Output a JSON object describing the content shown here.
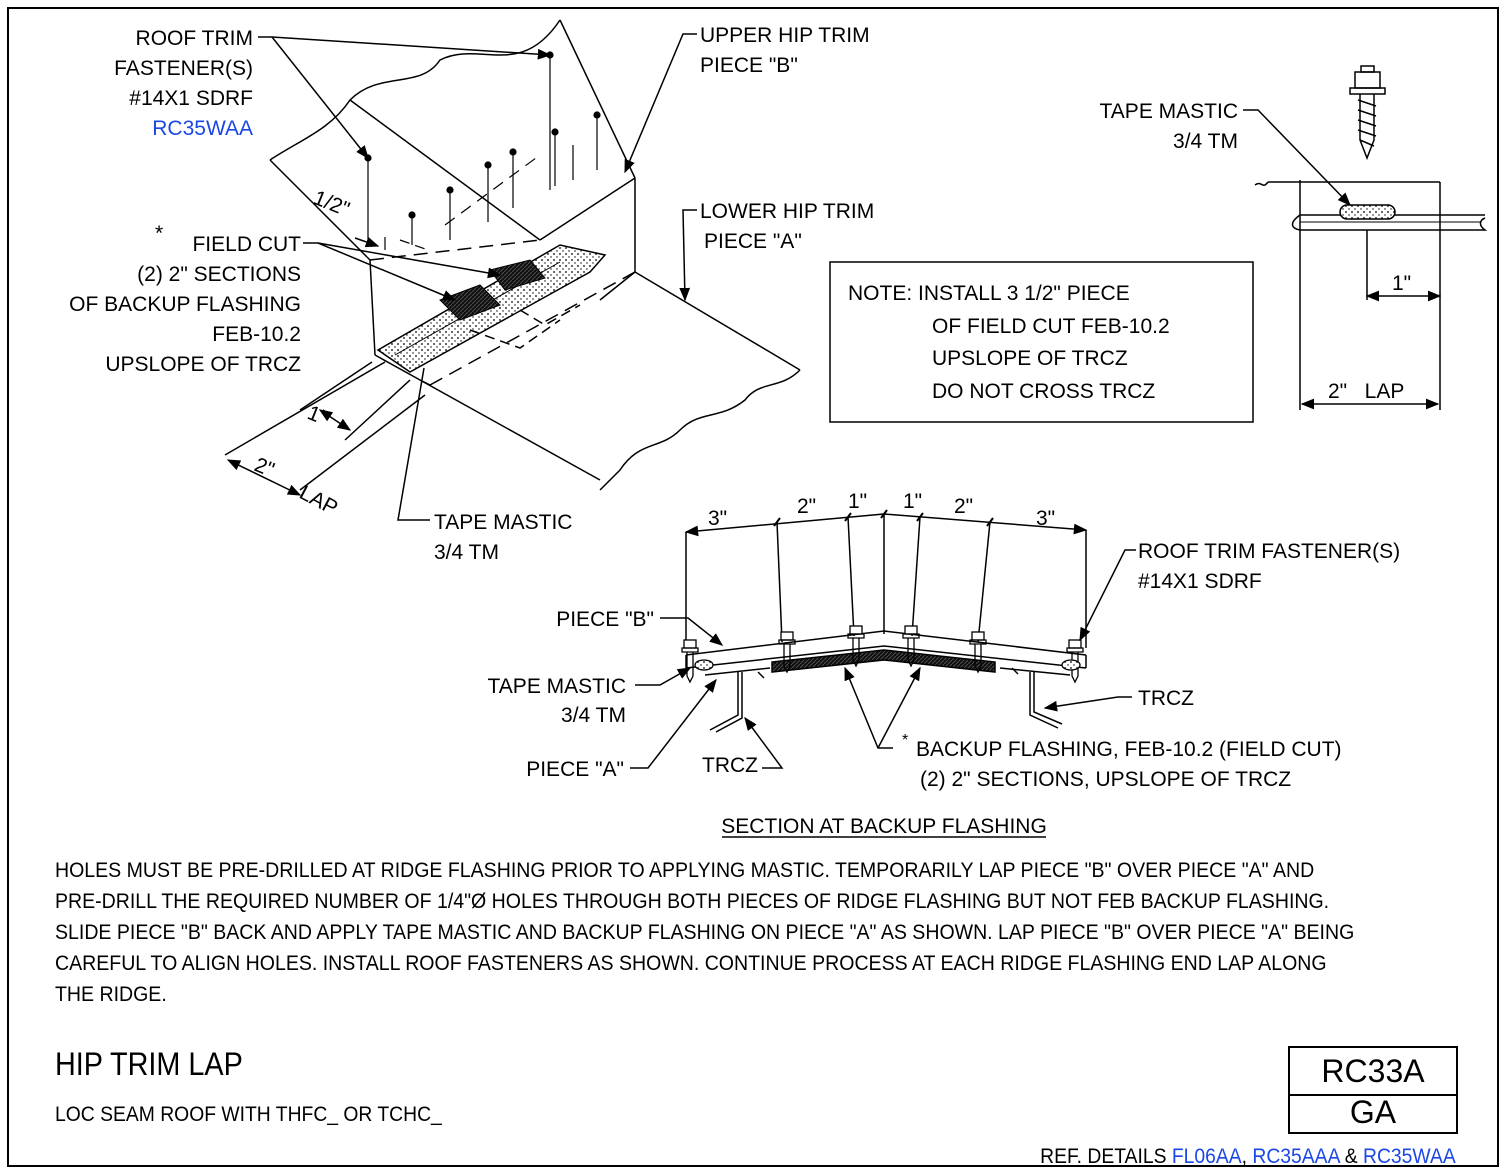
{
  "colors": {
    "line": "#000000",
    "reference_link": "#1a47e6"
  },
  "iso": {
    "roof_trim_fastener": [
      "ROOF TRIM",
      "FASTENER(S)",
      "#14X1 SDRF"
    ],
    "roof_trim_ref": "RC35WAA",
    "upper_hip_trim": [
      "UPPER HIP TRIM",
      "PIECE \"B\""
    ],
    "lower_hip_trim": [
      "LOWER HIP TRIM",
      "PIECE \"A\""
    ],
    "asterisk": "*",
    "field_cut": [
      "FIELD CUT",
      "(2) 2\" SECTIONS",
      "OF BACKUP FLASHING",
      "FEB-10.2",
      "UPSLOPE OF TRCZ"
    ],
    "dim_half": "1/2\"",
    "dim_one": "1\"",
    "dim_two": "2\"",
    "lap": "LAP",
    "tape_mastic": [
      "TAPE MASTIC",
      "3/4 TM"
    ]
  },
  "note_box": [
    "NOTE: INSTALL 3 1/2\" PIECE",
    "OF FIELD CUT FEB-10.2",
    "UPSLOPE OF TRCZ",
    "DO NOT CROSS TRCZ"
  ],
  "detail": {
    "tape_mastic": [
      "TAPE MASTIC",
      "3/4 TM"
    ],
    "dim_one": "1\"",
    "dim_lap": "2\"   LAP"
  },
  "section": {
    "dims": [
      "3\"",
      "2\"",
      "1\"",
      "1\"",
      "2\"",
      "3\""
    ],
    "roof_trim_fastener": [
      "ROOF TRIM FASTENER(S)",
      "#14X1 SDRF"
    ],
    "piece_b": "PIECE \"B\"",
    "tape_mastic": [
      "TAPE MASTIC",
      "3/4 TM"
    ],
    "piece_a": "PIECE \"A\"",
    "trcz": "TRCZ",
    "backup_asterisk": "*",
    "backup_flashing": [
      "BACKUP FLASHING, FEB-10.2 (FIELD CUT)",
      "(2) 2\" SECTIONS, UPSLOPE OF TRCZ"
    ],
    "caption": "SECTION AT BACKUP FLASHING"
  },
  "instructions": [
    "HOLES MUST BE PRE-DRILLED AT RIDGE FLASHING PRIOR TO APPLYING MASTIC. TEMPORARILY LAP PIECE \"B\" OVER PIECE \"A\" AND",
    "PRE-DRILL THE REQUIRED NUMBER OF 1/4\"Ø HOLES THROUGH BOTH PIECES OF RIDGE FLASHING BUT NOT FEB BACKUP FLASHING.",
    "SLIDE PIECE \"B\" BACK AND APPLY TAPE MASTIC AND BACKUP FLASHING ON PIECE \"A\" AS SHOWN. LAP PIECE \"B\" OVER PIECE \"A\" BEING",
    "CAREFUL TO ALIGN HOLES.  INSTALL ROOF FASTENERS AS SHOWN.  CONTINUE PROCESS AT EACH RIDGE FLASHING END LAP ALONG",
    "THE RIDGE."
  ],
  "title_block": {
    "title": "HIP TRIM LAP",
    "subtitle": "LOC SEAM ROOF WITH THFC_ OR TCHC_",
    "code": "RC33A",
    "gauge": "GA",
    "ref_prefix": "REF. DETAILS ",
    "ref1": "FL06AA",
    "ref_sep": ", ",
    "ref2": "RC35AAA",
    "ref_amp": " & ",
    "ref3": "RC35WAA"
  }
}
